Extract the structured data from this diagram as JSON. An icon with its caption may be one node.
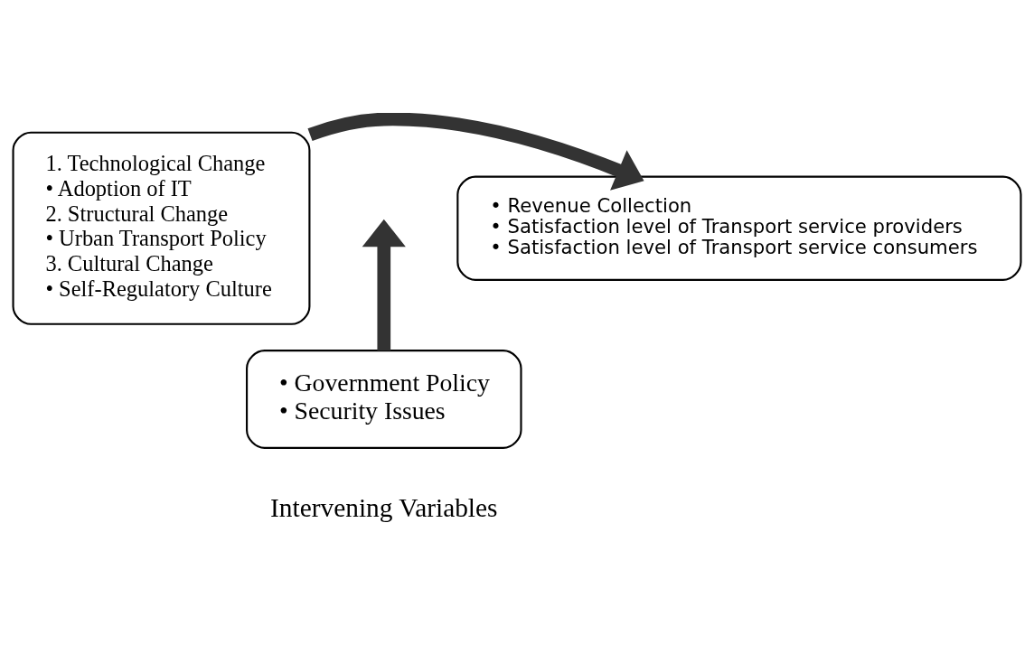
{
  "diagram": {
    "nodes": [
      {
        "text": [
          "1. Technological Change",
          "• Adoption of IT",
          "2. Structural Change",
          "• Urban Transport Policy",
          "3. Cultural Change",
          "• Self-Regulatory Culture"
        ]
      },
      {
        "text": [
          "• Revenue Collection",
          "• Satisfaction level of Transport service providers",
          "• Satisfaction level of Transport service consumers"
        ]
      },
      {
        "text": [
          "• Government Policy",
          "• Security Issues"
        ],
        "beside": [
          "Intervening Variables"
        ]
      }
    ],
    "edges": [
      {
        "from": 0,
        "to": 1,
        "arrow": "to"
      },
      {
        "from": 2,
        "to": null,
        "arrow": "to"
      }
    ]
  }
}
